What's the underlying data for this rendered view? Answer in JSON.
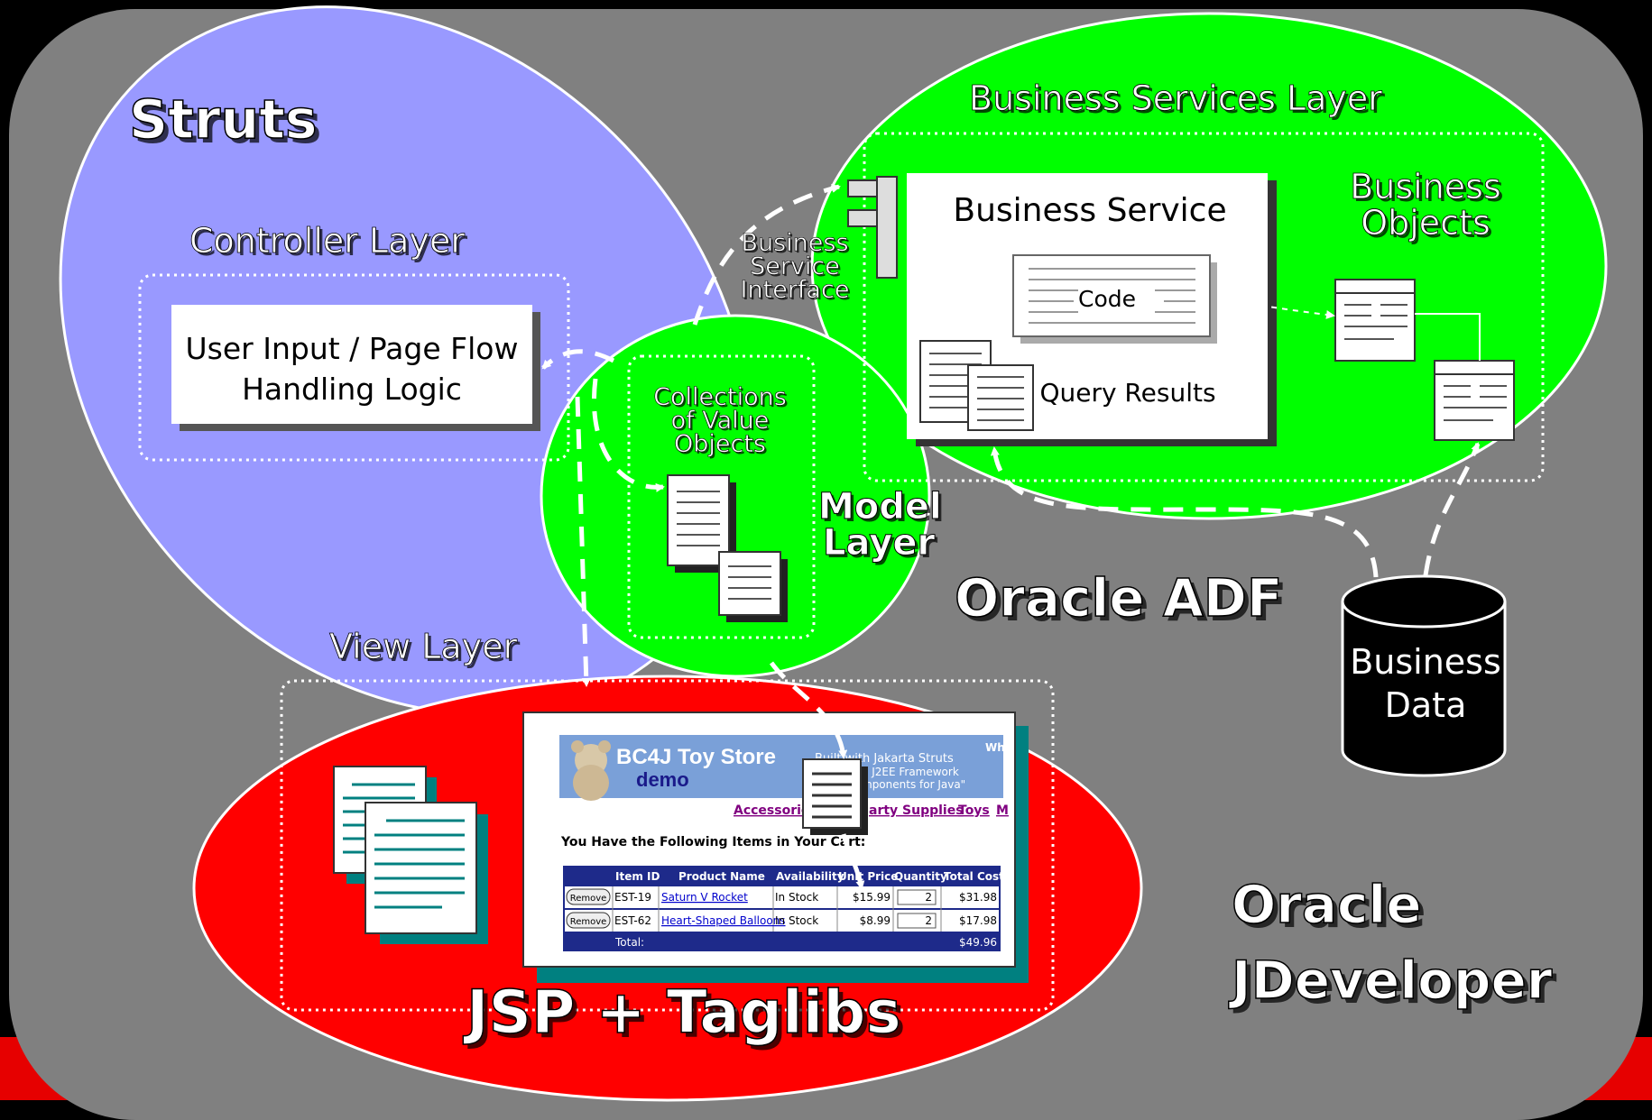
{
  "titles": {
    "struts": "Struts",
    "controller_layer": "Controller Layer",
    "business_services_layer": "Business Services Layer",
    "business_objects_line1": "Business",
    "business_objects_line2": "Objects",
    "business_service_interface_line1": "Business",
    "business_service_interface_line2": "Service",
    "business_service_interface_line3": "Interface",
    "collections_line1": "Collections",
    "collections_line2": "of Value",
    "collections_line3": "Objects",
    "model_layer_line1": "Model",
    "model_layer_line2": "Layer",
    "oracle_adf": "Oracle ADF",
    "view_layer": "View Layer",
    "jsp_taglibs": "JSP + Taglibs",
    "oracle_jdeveloper_line1": "Oracle",
    "oracle_jdeveloper_line2": "JDeveloper"
  },
  "boxes": {
    "user_input_line1": "User Input / Page Flow",
    "user_input_line2": "Handling Logic",
    "business_service": "Business Service",
    "code": "Code",
    "query_results": "Query Results",
    "business_data_line1": "Business",
    "business_data_line2": "Data"
  },
  "store": {
    "title": "BC4J Toy Store",
    "subtitle": "demo",
    "built_line1": "Built with Jakarta Struts",
    "built_line2": "e J2EE Framework",
    "built_line3": "mponents for Java\"",
    "corner": "Wh",
    "nav": [
      "Accessories",
      "arty Supplies",
      "Toys",
      "M"
    ],
    "cart_heading": "You Have the Following Items in Your Cart:",
    "columns": [
      "Item ID",
      "Product Name",
      "Availability",
      "Unit Price",
      "Quantity",
      "Total Cost"
    ],
    "rows": [
      {
        "button": "Remove",
        "id": "EST-19",
        "name": "Saturn V Rocket",
        "avail": "In Stock",
        "price": "$15.99",
        "qty": "2",
        "total": "$31.98"
      },
      {
        "button": "Remove",
        "id": "EST-62",
        "name": "Heart-Shaped Balloons",
        "avail": "In Stock",
        "price": "$8.99",
        "qty": "2",
        "total": "$17.98"
      }
    ],
    "total_label": "Total:",
    "total_value": "$49.96"
  },
  "colors": {
    "background": "#808080",
    "struts": "#9999ff",
    "green": "#00ff00",
    "red": "#ff0000",
    "outline": "#ffffff"
  }
}
